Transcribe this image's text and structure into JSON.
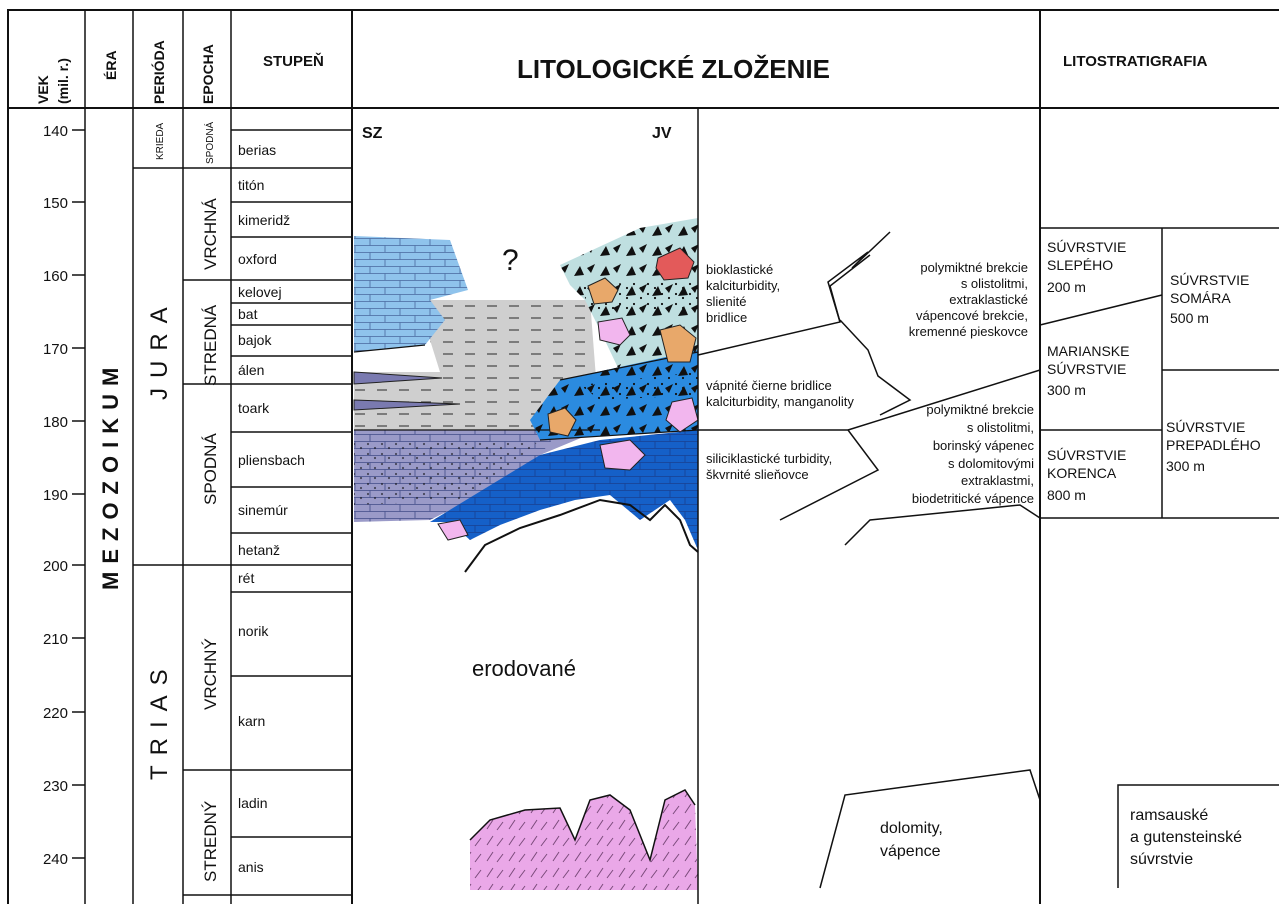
{
  "headers": {
    "age": [
      "VEK",
      "(mil. r.)"
    ],
    "era": "ÉRA",
    "period": "PERIÓDA",
    "epoch": "EPOCHA",
    "stage": "STUPEŇ",
    "lithology": "LITOLOGICKÉ ZLOŽENIE",
    "lithostratigraphy": "LITOSTRATIGRAFIA"
  },
  "age_ticks": [
    "140",
    "150",
    "160",
    "170",
    "180",
    "190",
    "200",
    "210",
    "220",
    "230",
    "240"
  ],
  "era": "MEZOZOIKUM",
  "periods": {
    "krieda": "KRIEDA",
    "jura": "JURA",
    "trias": "TRIAS"
  },
  "epochs": {
    "k_spodna": "SPODNÁ",
    "j_vrchna": "VRCHNÁ",
    "j_stredna": "STREDNÁ",
    "j_spodna": "SPODNÁ",
    "t_vrchny": "VRCHNÝ",
    "t_stredny": "STREDNÝ"
  },
  "stages": [
    "berias",
    "titón",
    "kimeridž",
    "oxford",
    "kelovej",
    "bat",
    "bajok",
    "álen",
    "toark",
    "pliensbach",
    "sinemúr",
    "hetanž",
    "rét",
    "norik",
    "karn",
    "ladin",
    "anis"
  ],
  "lithology": {
    "sz": "SZ",
    "jv": "JV",
    "question": "?",
    "eroded": "erodované",
    "desc1": [
      "bioklastické",
      "kalciturbidity,",
      "slienité",
      "bridlice"
    ],
    "desc2": [
      "vápnité čierne bridlice",
      "kalciturbidity, manganolity"
    ],
    "desc3": [
      "siliciklastické turbidity,",
      "škvrnité slieňovce"
    ],
    "desc4": [
      "polymiktné brekcie",
      "s olistolitmi,",
      "extraklastické",
      "vápencové brekcie,",
      "kremenné pieskovce"
    ],
    "desc5": [
      "polymiktné brekcie",
      "s olistolitmi,",
      "borinský vápenec",
      "s dolomitovými",
      "extraklastmi,",
      "biodetritické vápence"
    ],
    "desc6": [
      "dolomity,",
      "vápence"
    ]
  },
  "lithostrat": {
    "slepeho": [
      "SÚVRSTVIE",
      "SLEPÉHO",
      "200 m"
    ],
    "somara": [
      "SÚVRSTVIE",
      "SOMÁRA",
      "500 m"
    ],
    "marianske": [
      "MARIANSKE",
      "SÚVRSTVIE",
      "300 m"
    ],
    "prepadleho": [
      "SÚVRSTVIE",
      "PREPADLÉHO",
      "300 m"
    ],
    "korenca": [
      "SÚVRSTVIE",
      "KORENCA",
      "800 m"
    ],
    "ramsauske": [
      "ramsauské",
      "a gutensteinské",
      "súvrstvie"
    ]
  },
  "colors": {
    "light_blue": "#8fc3ec",
    "mid_blue": "#2b8be0",
    "dark_blue": "#1560c8",
    "purple": "#9a9ac8",
    "gray": "#cfcfcf",
    "pale_teal": "#bfdfe0",
    "orange": "#e8a86a",
    "pink": "#f2b6ee",
    "red": "#e35a5a",
    "violet_rock": "#eaa8e8"
  }
}
